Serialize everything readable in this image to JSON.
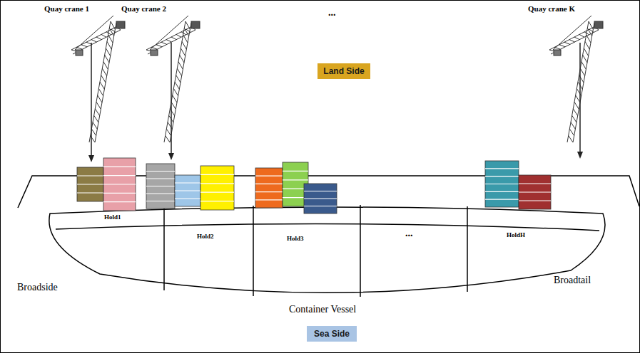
{
  "diagram": {
    "nodes": [
      {
        "text": [
          "Land Side"
        ]
      },
      {
        "text": [
          "Sea Side"
        ]
      }
    ],
    "labels": [
      "Quay crane 1",
      "Quay crane 2",
      "...",
      "Quay crane K",
      "Hold1",
      "Hold2",
      "Hold3",
      "...",
      "HoldH",
      "Broadside",
      "Broadtail",
      "Container Vessel"
    ]
  }
}
